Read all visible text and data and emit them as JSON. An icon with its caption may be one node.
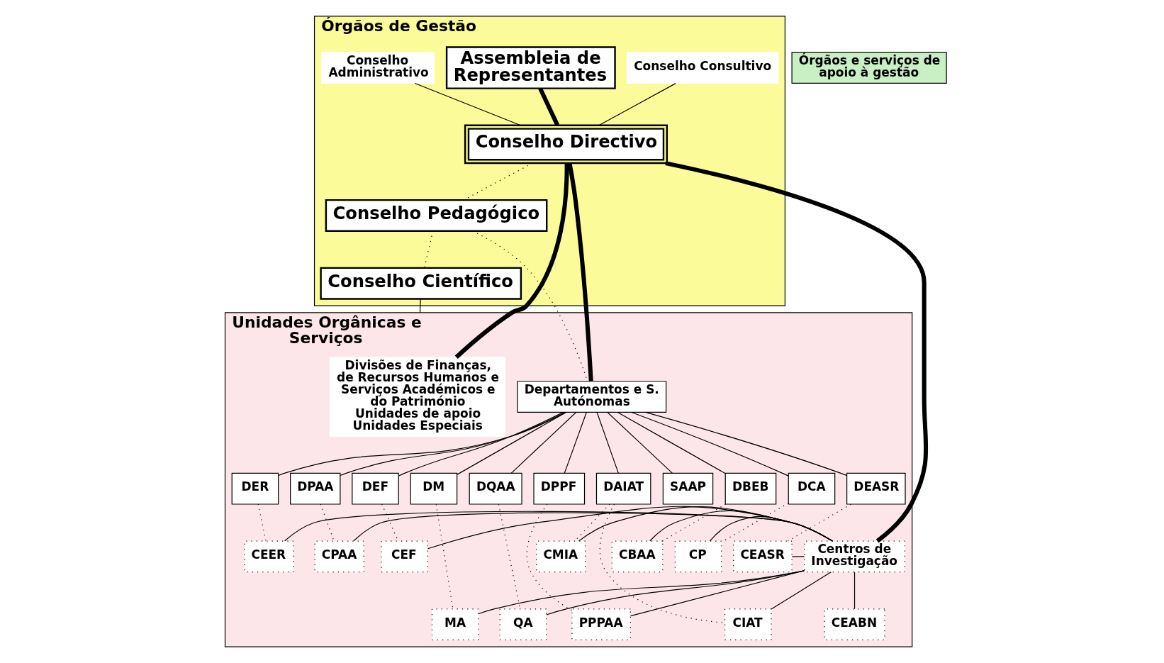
{
  "diagram": {
    "nodes": [
      {
        "text": [
          "Órgãos de Gestão"
        ]
      },
      {
        "text": [
          "Unidades Orgânicas e Serviços"
        ]
      },
      {
        "text": [
          "Órgãos e serviços de apoio à gestão"
        ]
      },
      {
        "text": [
          "Conselho Consultivo"
        ],
        "in": 0
      },
      {
        "text": [
          "Assembleia de Representantes"
        ],
        "in": 0
      },
      {
        "text": [
          "Conselho Directivo"
        ],
        "in": 0
      },
      {
        "text": [
          "Conselho Pedagógico"
        ],
        "in": 0
      },
      {
        "text": [
          "Conselho Científico"
        ],
        "in": 0
      },
      {
        "text": [
          "Conselho Administrativo"
        ],
        "in": 0
      },
      {
        "text": [
          "Divisões de Finanças, de Recursos Humanos e Serviços Académicos e do Património",
          "Unidades de apoio",
          "Unidades Especiais"
        ],
        "in": 1
      },
      {
        "text": [
          "Departamentos e S. Autónomas"
        ],
        "in": 1
      },
      {
        "text": [
          "DBEB"
        ],
        "in": 1
      },
      {
        "text": [
          "DCA"
        ],
        "in": 1
      },
      {
        "text": [
          "DEASR"
        ],
        "in": 1
      },
      {
        "text": [
          "DER"
        ],
        "in": 1
      },
      {
        "text": [
          "DPAA"
        ],
        "in": 1
      },
      {
        "text": [
          "DEF"
        ],
        "in": 1
      },
      {
        "text": [
          "DM"
        ],
        "in": 1
      },
      {
        "text": [
          "DQAA"
        ],
        "in": 1
      },
      {
        "text": [
          "DPPF"
        ],
        "in": 1
      },
      {
        "text": [
          "DAIAT"
        ],
        "in": 1
      },
      {
        "text": [
          "SAAP"
        ],
        "in": 1
      },
      {
        "text": [
          "Centros de Investigação"
        ],
        "in": 1
      },
      {
        "text": [
          "CBAA"
        ],
        "in": 1
      },
      {
        "text": [
          "CP"
        ],
        "in": 1
      },
      {
        "text": [
          "CEASR"
        ],
        "in": 1
      },
      {
        "text": [
          "CEER"
        ],
        "in": 1
      },
      {
        "text": [
          "CPAA"
        ],
        "in": 1
      },
      {
        "text": [
          "CEF"
        ],
        "in": 1
      },
      {
        "text": [
          "CMIA"
        ],
        "in": 1
      },
      {
        "text": [
          "CEABN"
        ],
        "in": 1
      },
      {
        "text": [
          "MA"
        ],
        "in": 1
      },
      {
        "text": [
          "QA"
        ],
        "in": 1
      },
      {
        "text": [
          "PPPAA"
        ],
        "in": 1
      },
      {
        "text": [
          "CIAT"
        ],
        "in": 1
      }
    ],
    "edges": [
      {
        "from": 4,
        "to": 5,
        "arrow": "none",
        "style": "thick"
      },
      {
        "from": 3,
        "to": 5,
        "arrow": "none"
      },
      {
        "from": 8,
        "to": 5,
        "arrow": "none"
      },
      {
        "from": 5,
        "to": 6,
        "arrow": "none",
        "style": "dashed"
      },
      {
        "from": 6,
        "to": 7,
        "arrow": "none",
        "style": "dashed"
      },
      {
        "from": 7,
        "to": 1,
        "arrow": "none"
      },
      {
        "from": 5,
        "to": 9,
        "arrow": "none",
        "style": "thick"
      },
      {
        "from": 5,
        "to": 22,
        "arrow": "none",
        "style": "thick"
      },
      {
        "from": 5,
        "to": 10,
        "arrow": "none",
        "style": "thick"
      },
      {
        "from": 6,
        "to": 10,
        "arrow": "none",
        "style": "dashed"
      },
      {
        "from": 10,
        "to": 11,
        "arrow": "none"
      },
      {
        "from": 10,
        "to": 12,
        "arrow": "none"
      },
      {
        "from": 10,
        "to": 13,
        "arrow": "none"
      },
      {
        "from": 10,
        "to": 14,
        "arrow": "none"
      },
      {
        "from": 10,
        "to": 15,
        "arrow": "none"
      },
      {
        "from": 10,
        "to": 16,
        "arrow": "none"
      },
      {
        "from": 10,
        "to": 17,
        "arrow": "none"
      },
      {
        "from": 10,
        "to": 18,
        "arrow": "none"
      },
      {
        "from": 10,
        "to": 19,
        "arrow": "none"
      },
      {
        "from": 10,
        "to": 20,
        "arrow": "none"
      },
      {
        "from": 10,
        "to": 21,
        "arrow": "none"
      },
      {
        "from": 11,
        "to": 23,
        "arrow": "none",
        "style": "dashed"
      },
      {
        "from": 12,
        "to": 24,
        "arrow": "none",
        "style": "dashed"
      },
      {
        "from": 13,
        "to": 25,
        "arrow": "none",
        "style": "dashed"
      },
      {
        "from": 14,
        "to": 26,
        "arrow": "none",
        "style": "dashed"
      },
      {
        "from": 15,
        "to": 27,
        "arrow": "none",
        "style": "dashed"
      },
      {
        "from": 16,
        "to": 28,
        "arrow": "none",
        "style": "dashed"
      },
      {
        "from": 17,
        "to": 31,
        "arrow": "none",
        "style": "dashed"
      },
      {
        "from": 18,
        "to": 32,
        "arrow": "none",
        "style": "dashed"
      },
      {
        "from": 19,
        "to": 33,
        "arrow": "none",
        "style": "dashed"
      },
      {
        "from": 20,
        "to": 29,
        "arrow": "none",
        "style": "dashed"
      },
      {
        "from": 20,
        "to": 34,
        "arrow": "none",
        "style": "dashed"
      },
      {
        "from": 22,
        "to": 23,
        "arrow": "none"
      },
      {
        "from": 22,
        "to": 24,
        "arrow": "none"
      },
      {
        "from": 22,
        "to": 25,
        "arrow": "none"
      },
      {
        "from": 22,
        "to": 26,
        "arrow": "none"
      },
      {
        "from": 22,
        "to": 27,
        "arrow": "none"
      },
      {
        "from": 22,
        "to": 28,
        "arrow": "none"
      },
      {
        "from": 22,
        "to": 29,
        "arrow": "none"
      },
      {
        "from": 22,
        "to": 30,
        "arrow": "none"
      },
      {
        "from": 22,
        "to": 31,
        "arrow": "none"
      },
      {
        "from": 22,
        "to": 32,
        "arrow": "none"
      },
      {
        "from": 22,
        "to": 33,
        "arrow": "none"
      },
      {
        "from": 22,
        "to": 34,
        "arrow": "none"
      }
    ]
  }
}
